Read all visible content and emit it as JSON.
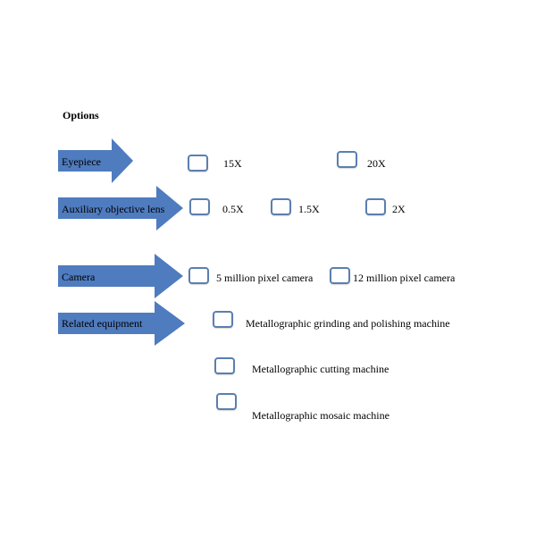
{
  "title": "Options",
  "colors": {
    "arrow_fill": "#4f7bbf",
    "checkbox_border": "#5a7fb0"
  },
  "groups": [
    {
      "label": "Eyepiece",
      "options": [
        "15X",
        "20X"
      ]
    },
    {
      "label": "Auxiliary objective lens",
      "options": [
        "0.5X",
        "1.5X",
        "2X"
      ]
    },
    {
      "label": "Camera",
      "options": [
        "5 million pixel camera",
        "12 million pixel camera"
      ]
    },
    {
      "label": "Related equipment",
      "options": [
        "Metallographic grinding and polishing machine",
        "Metallographic cutting machine",
        "Metallographic mosaic machine"
      ]
    }
  ]
}
